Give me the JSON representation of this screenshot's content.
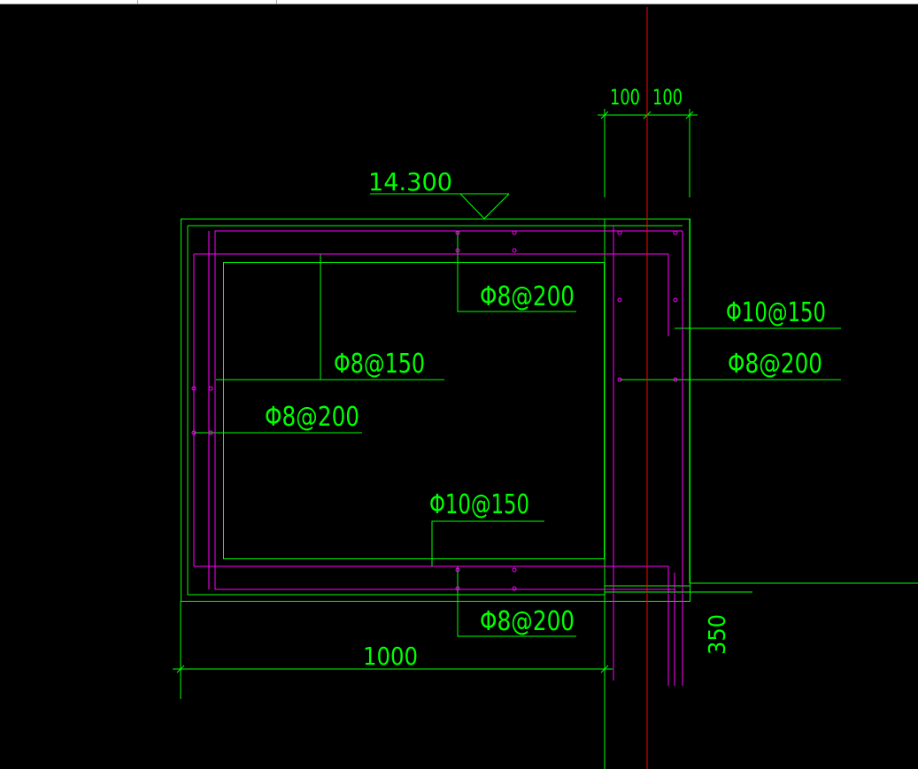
{
  "drawing": {
    "elevation_label": "14.300",
    "dim_top_left": "100",
    "dim_top_right": "100",
    "dim_bottom": "1000",
    "dim_right_vertical": "350",
    "rebar_top_slab": "Φ8@200",
    "rebar_left_wall_1": "Φ8@150",
    "rebar_left_wall_2": "Φ8@200",
    "rebar_bottom_slab_top": "Φ10@150",
    "rebar_bottom_slab": "Φ8@200",
    "rebar_right_1": "Φ10@150",
    "rebar_right_2": "Φ8@200"
  },
  "colors": {
    "background": "#000000",
    "outline": "#00ff00",
    "rebar": "#ff00ff",
    "axis": "#ff0000",
    "text": "#00ff00"
  }
}
